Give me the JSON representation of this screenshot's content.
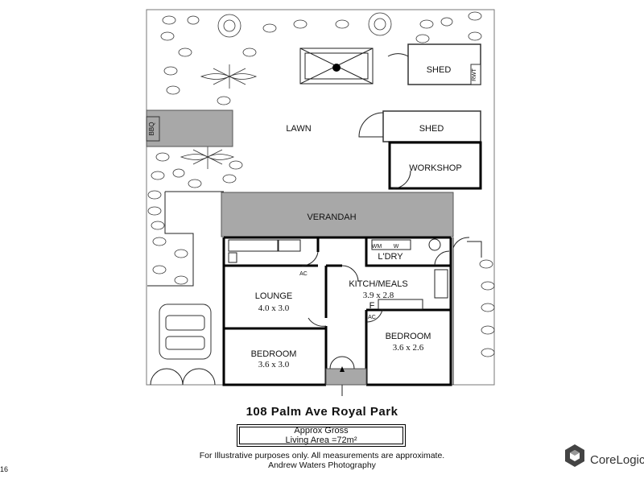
{
  "labels": {
    "shed_top": "SHED",
    "rwt": "RWT",
    "shed_mid": "SHED",
    "lawn": "LAWN",
    "bbq": "BBQ",
    "workshop": "WORKSHOP",
    "verandah": "VERANDAH",
    "ldry": "L'DRY",
    "kitchen": "KITCH/MEALS",
    "kitchen_dim": "3.9 x 2.8",
    "lounge": "LOUNGE",
    "lounge_dim": "4.0 x 3.0",
    "bedroom1": "BEDROOM",
    "bedroom1_dim": "3.6 x 3.0",
    "bedroom2": "BEDROOM",
    "bedroom2_dim": "3.6 x 2.6",
    "fridge": "F",
    "ac": "AC",
    "wm": "WM",
    "w": "W"
  },
  "footer": {
    "address": "108 Palm Ave Royal Park",
    "area_line1": "Approx Gross",
    "area_line2": "Living Area =72m²",
    "disclaimer": "For Illustrative purposes only. All measurements are approximate.",
    "photographer": "Andrew Waters Photography",
    "page_num": "16",
    "logo_text": "CoreLogic"
  },
  "colors": {
    "verandah": "#a8a8a8",
    "bbq_area": "#a8a8a8",
    "ink": "#000000"
  }
}
